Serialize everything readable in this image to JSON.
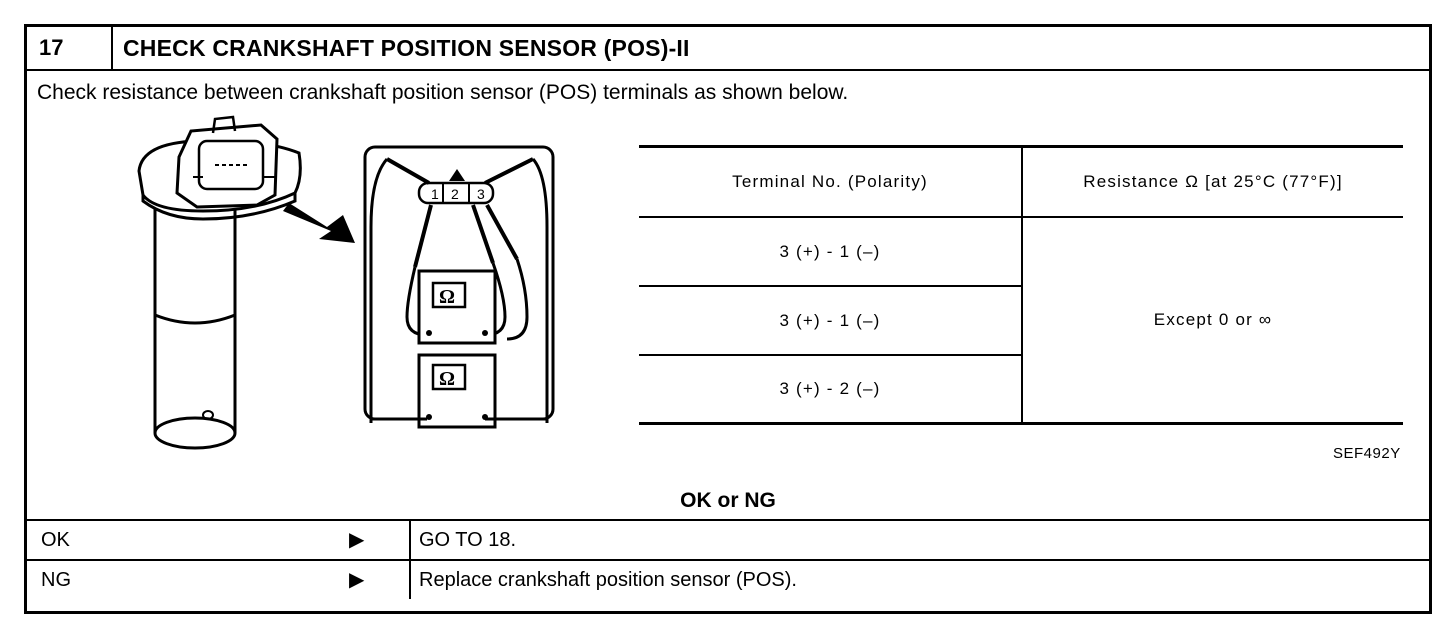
{
  "procedure": {
    "step_number": "17",
    "title": "CHECK CRANKSHAFT POSITION SENSOR (POS)-II",
    "instruction": "Check resistance between crankshaft position sensor (POS) terminals as shown below."
  },
  "figure": {
    "terminal_labels": [
      "1",
      "2",
      "3"
    ],
    "meter_symbol": "Ω",
    "code": "SEF492Y"
  },
  "table": {
    "headers": [
      "Terminal No. (Polarity)",
      "Resistance Ω [at 25°C (77°F)]"
    ],
    "rows": [
      "3 (+) - 1 (–)",
      "3 (+) - 1 (–)",
      "3 (+) - 2 (–)"
    ],
    "resistance": "Except 0 or ∞"
  },
  "result": {
    "heading": "OK or NG",
    "options": [
      {
        "label": "OK",
        "arrow": "▶",
        "action": "GO TO 18."
      },
      {
        "label": "NG",
        "arrow": "▶",
        "action": "Replace crankshaft position sensor (POS)."
      }
    ]
  }
}
